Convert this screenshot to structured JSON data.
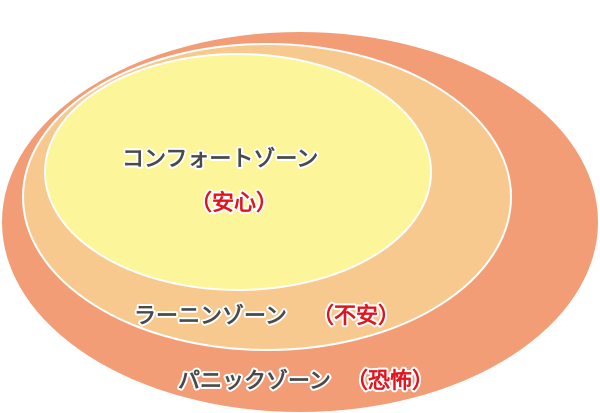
{
  "colors": {
    "panic": "#F29D76",
    "learning": "#F8C98E",
    "comfort": "#FDF59A",
    "label": "#4a4a4a",
    "emotion": "#e0141e"
  },
  "zones": {
    "comfort": {
      "name": "コンフォートゾーン",
      "emotion": "（安心）"
    },
    "learning": {
      "name": "ラーニンゾーン",
      "emotion": "（不安）"
    },
    "panic": {
      "name": "パニックゾーン",
      "emotion": "（恐怖）"
    }
  }
}
